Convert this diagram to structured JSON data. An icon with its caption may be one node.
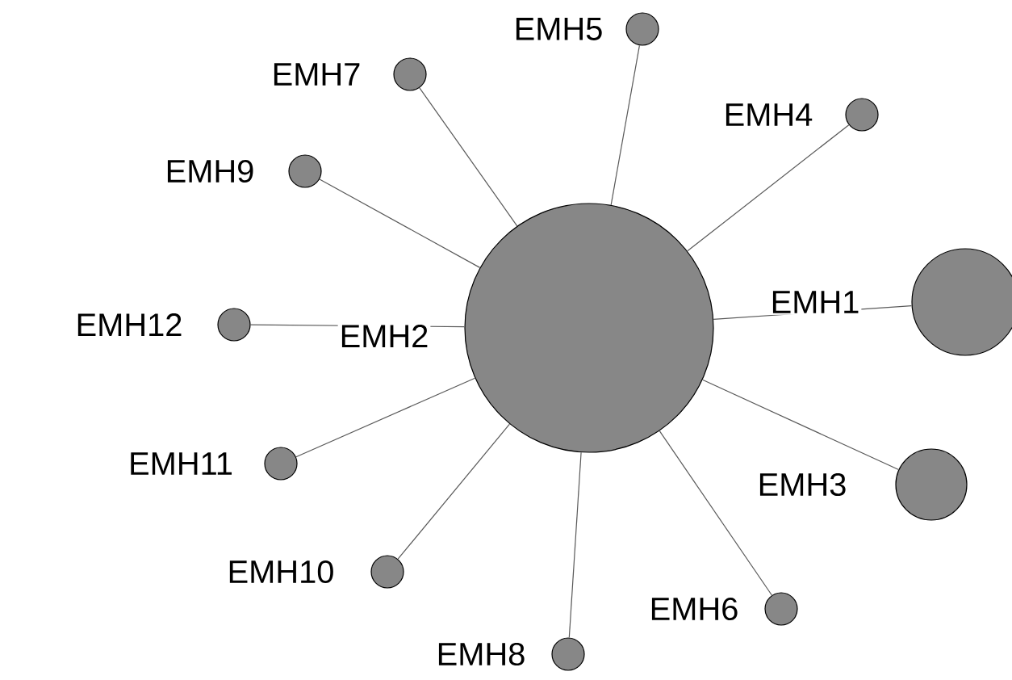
{
  "diagram": {
    "nodes": [
      {
        "text": [],
        "shape": "circle",
        "beside": [
          "EMH5"
        ]
      },
      {
        "text": [],
        "shape": "circle",
        "beside": [
          "EMH7"
        ]
      },
      {
        "text": [],
        "shape": "circle",
        "beside": [
          "EMH4"
        ]
      },
      {
        "text": [],
        "shape": "circle",
        "beside": [
          "EMH9"
        ]
      },
      {
        "text": [],
        "shape": "circle",
        "beside": [
          "EMH1"
        ]
      },
      {
        "text": [],
        "shape": "circle",
        "beside": [
          "EMH2"
        ]
      },
      {
        "text": [],
        "shape": "circle",
        "beside": [
          "EMH12"
        ]
      },
      {
        "text": [],
        "shape": "circle",
        "beside": [
          "EMH11"
        ]
      },
      {
        "text": [],
        "shape": "circle",
        "beside": [
          "EMH3"
        ]
      },
      {
        "text": [],
        "shape": "circle",
        "beside": [
          "EMH10"
        ]
      },
      {
        "text": [],
        "shape": "circle",
        "beside": [
          "EMH6"
        ]
      },
      {
        "text": [],
        "shape": "circle",
        "beside": [
          "EMH8"
        ]
      }
    ],
    "edges": [
      {
        "from": 5,
        "to": 0,
        "arrow": "none"
      },
      {
        "from": 5,
        "to": 1,
        "arrow": "none"
      },
      {
        "from": 5,
        "to": 2,
        "arrow": "none"
      },
      {
        "from": 5,
        "to": 3,
        "arrow": "none"
      },
      {
        "from": 5,
        "to": 4,
        "arrow": "none"
      },
      {
        "from": 5,
        "to": 6,
        "arrow": "none"
      },
      {
        "from": 5,
        "to": 7,
        "arrow": "none"
      },
      {
        "from": 5,
        "to": 8,
        "arrow": "none"
      },
      {
        "from": 5,
        "to": 9,
        "arrow": "none"
      },
      {
        "from": 5,
        "to": 10,
        "arrow": "none"
      },
      {
        "from": 5,
        "to": 11,
        "arrow": "none"
      }
    ]
  }
}
